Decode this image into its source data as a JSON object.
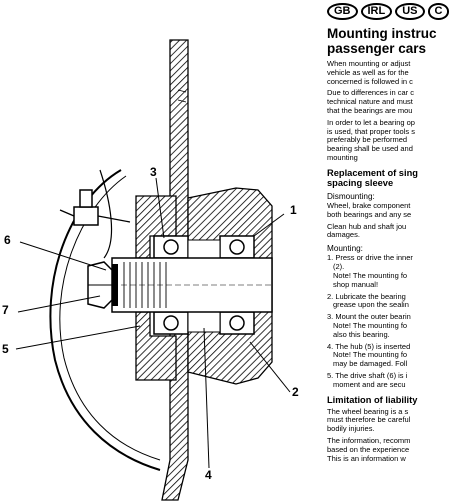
{
  "flags": [
    "GB",
    "IRL",
    "US",
    "C"
  ],
  "callouts": [
    "1",
    "2",
    "3",
    "4",
    "5",
    "6",
    "7"
  ],
  "title": [
    "Mounting instruc",
    "passenger cars"
  ],
  "intro": [
    [
      "When mounting or adjust",
      "vehicle as well as for the",
      "concerned is followed in c"
    ],
    [
      "Due to differences in car c",
      "technical nature and must",
      "that the bearings are mou"
    ],
    [
      "In order to let a bearing op",
      "is used, that proper tools s",
      "preferably be performed",
      "bearing shall be used and",
      "mounting"
    ]
  ],
  "section1": {
    "heading": [
      "Replacement of sing",
      "spacing sleeve"
    ],
    "dismounting_label": "Dismounting:",
    "dismounting": [
      [
        "Wheel, brake component",
        "both bearings and any se"
      ],
      [
        "Clean hub and shaft jou",
        "damages."
      ]
    ],
    "mounting_label": "Mounting:",
    "steps": [
      [
        "1. Press or drive the inner",
        "(2).",
        "Note! The mounting fo",
        "shop manual!"
      ],
      [
        "2. Lubricate the bearing",
        "grease upon the sealin"
      ],
      [
        "3. Mount the outer bearin",
        "Note! The mounting fo",
        "also this bearing."
      ],
      [
        "4. The hub (5) is inserted",
        "Note! The mounting fo",
        "may be damaged. Foll"
      ],
      [
        "5. The drive shaft (6) is i",
        "moment and are secu"
      ]
    ]
  },
  "section2": {
    "heading": "Limitation of liability",
    "paragraphs": [
      [
        "The wheel bearing is a s",
        "must therefore be careful",
        "bodily injuries."
      ],
      [
        "The information, recomm",
        "based on the experience",
        "This is an information w"
      ]
    ]
  }
}
